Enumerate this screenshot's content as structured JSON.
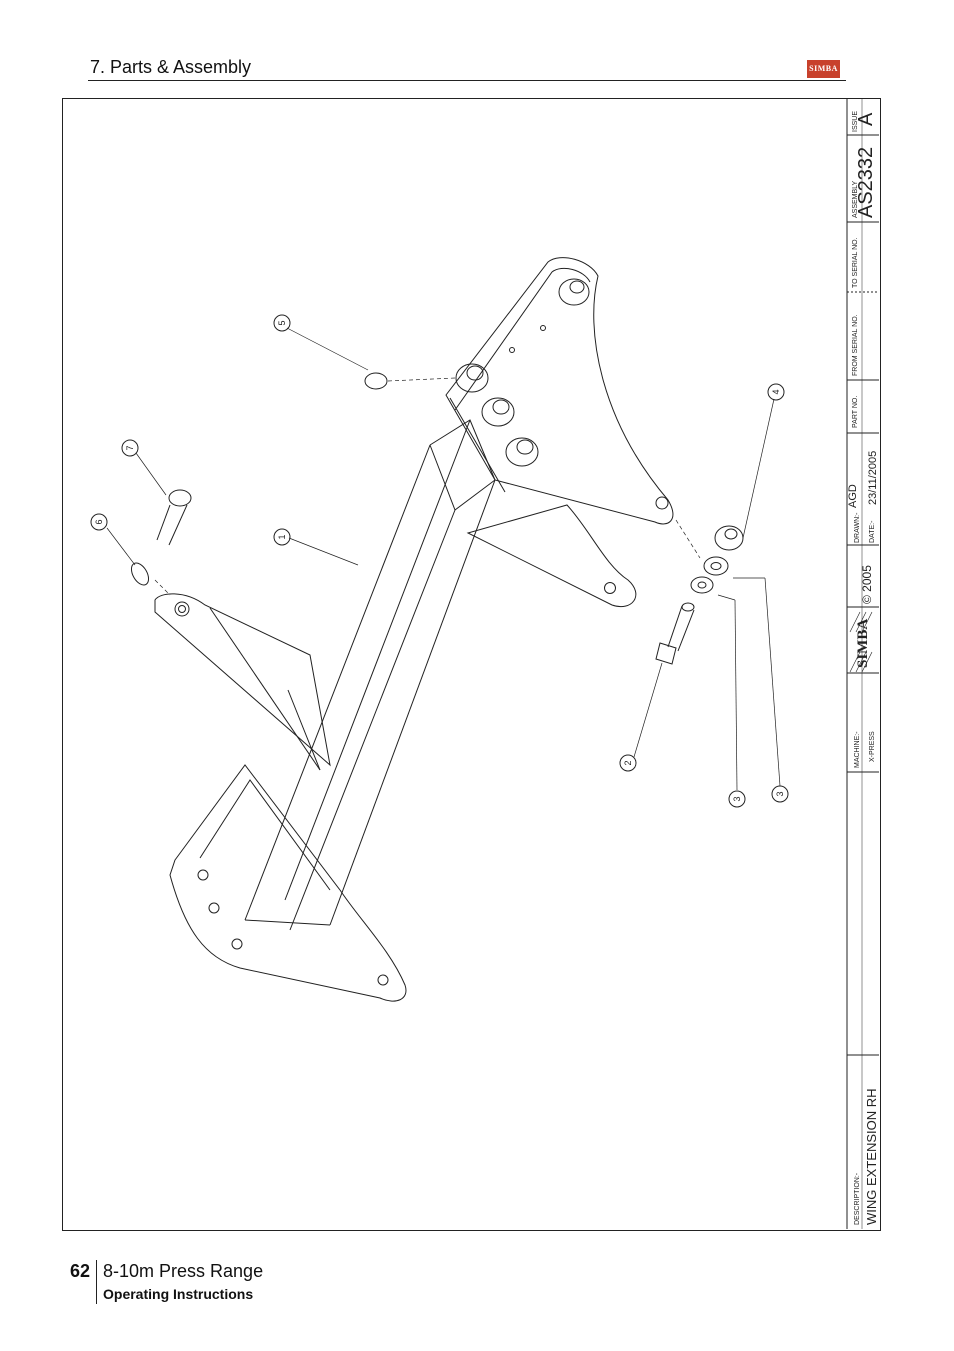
{
  "header": {
    "section_title": "7. Parts & Assembly",
    "logo_text": "SIMBA"
  },
  "title_block": {
    "issue_label": "ISSUE",
    "issue_value": "A",
    "assembly_label": "ASSEMBLY",
    "assembly_value": "AS2332",
    "to_serial_label": "TO SERIAL NO.",
    "from_serial_label": "FROM SERIAL NO.",
    "part_no_label": "PART NO.",
    "drawn_label": "DRAWN:-",
    "drawn_value": "AGD",
    "date_label": "DATE:-",
    "date_value": "23/11/2005",
    "copyright": "© 2005",
    "brand": "SIMBA",
    "machine_label": "MACHINE:-",
    "machine_value": "X-PRESS",
    "description_label": "DESCRIPTION:-",
    "description_value": "WING EXTENSION RH"
  },
  "callouts": [
    "5",
    "7",
    "6",
    "1",
    "4",
    "2",
    "3",
    "3"
  ],
  "footer": {
    "page_number": "62",
    "product": "8-10m Press Range",
    "subtitle": "Operating Instructions"
  },
  "colors": {
    "line": "#222222",
    "logo": "#c8412c"
  }
}
